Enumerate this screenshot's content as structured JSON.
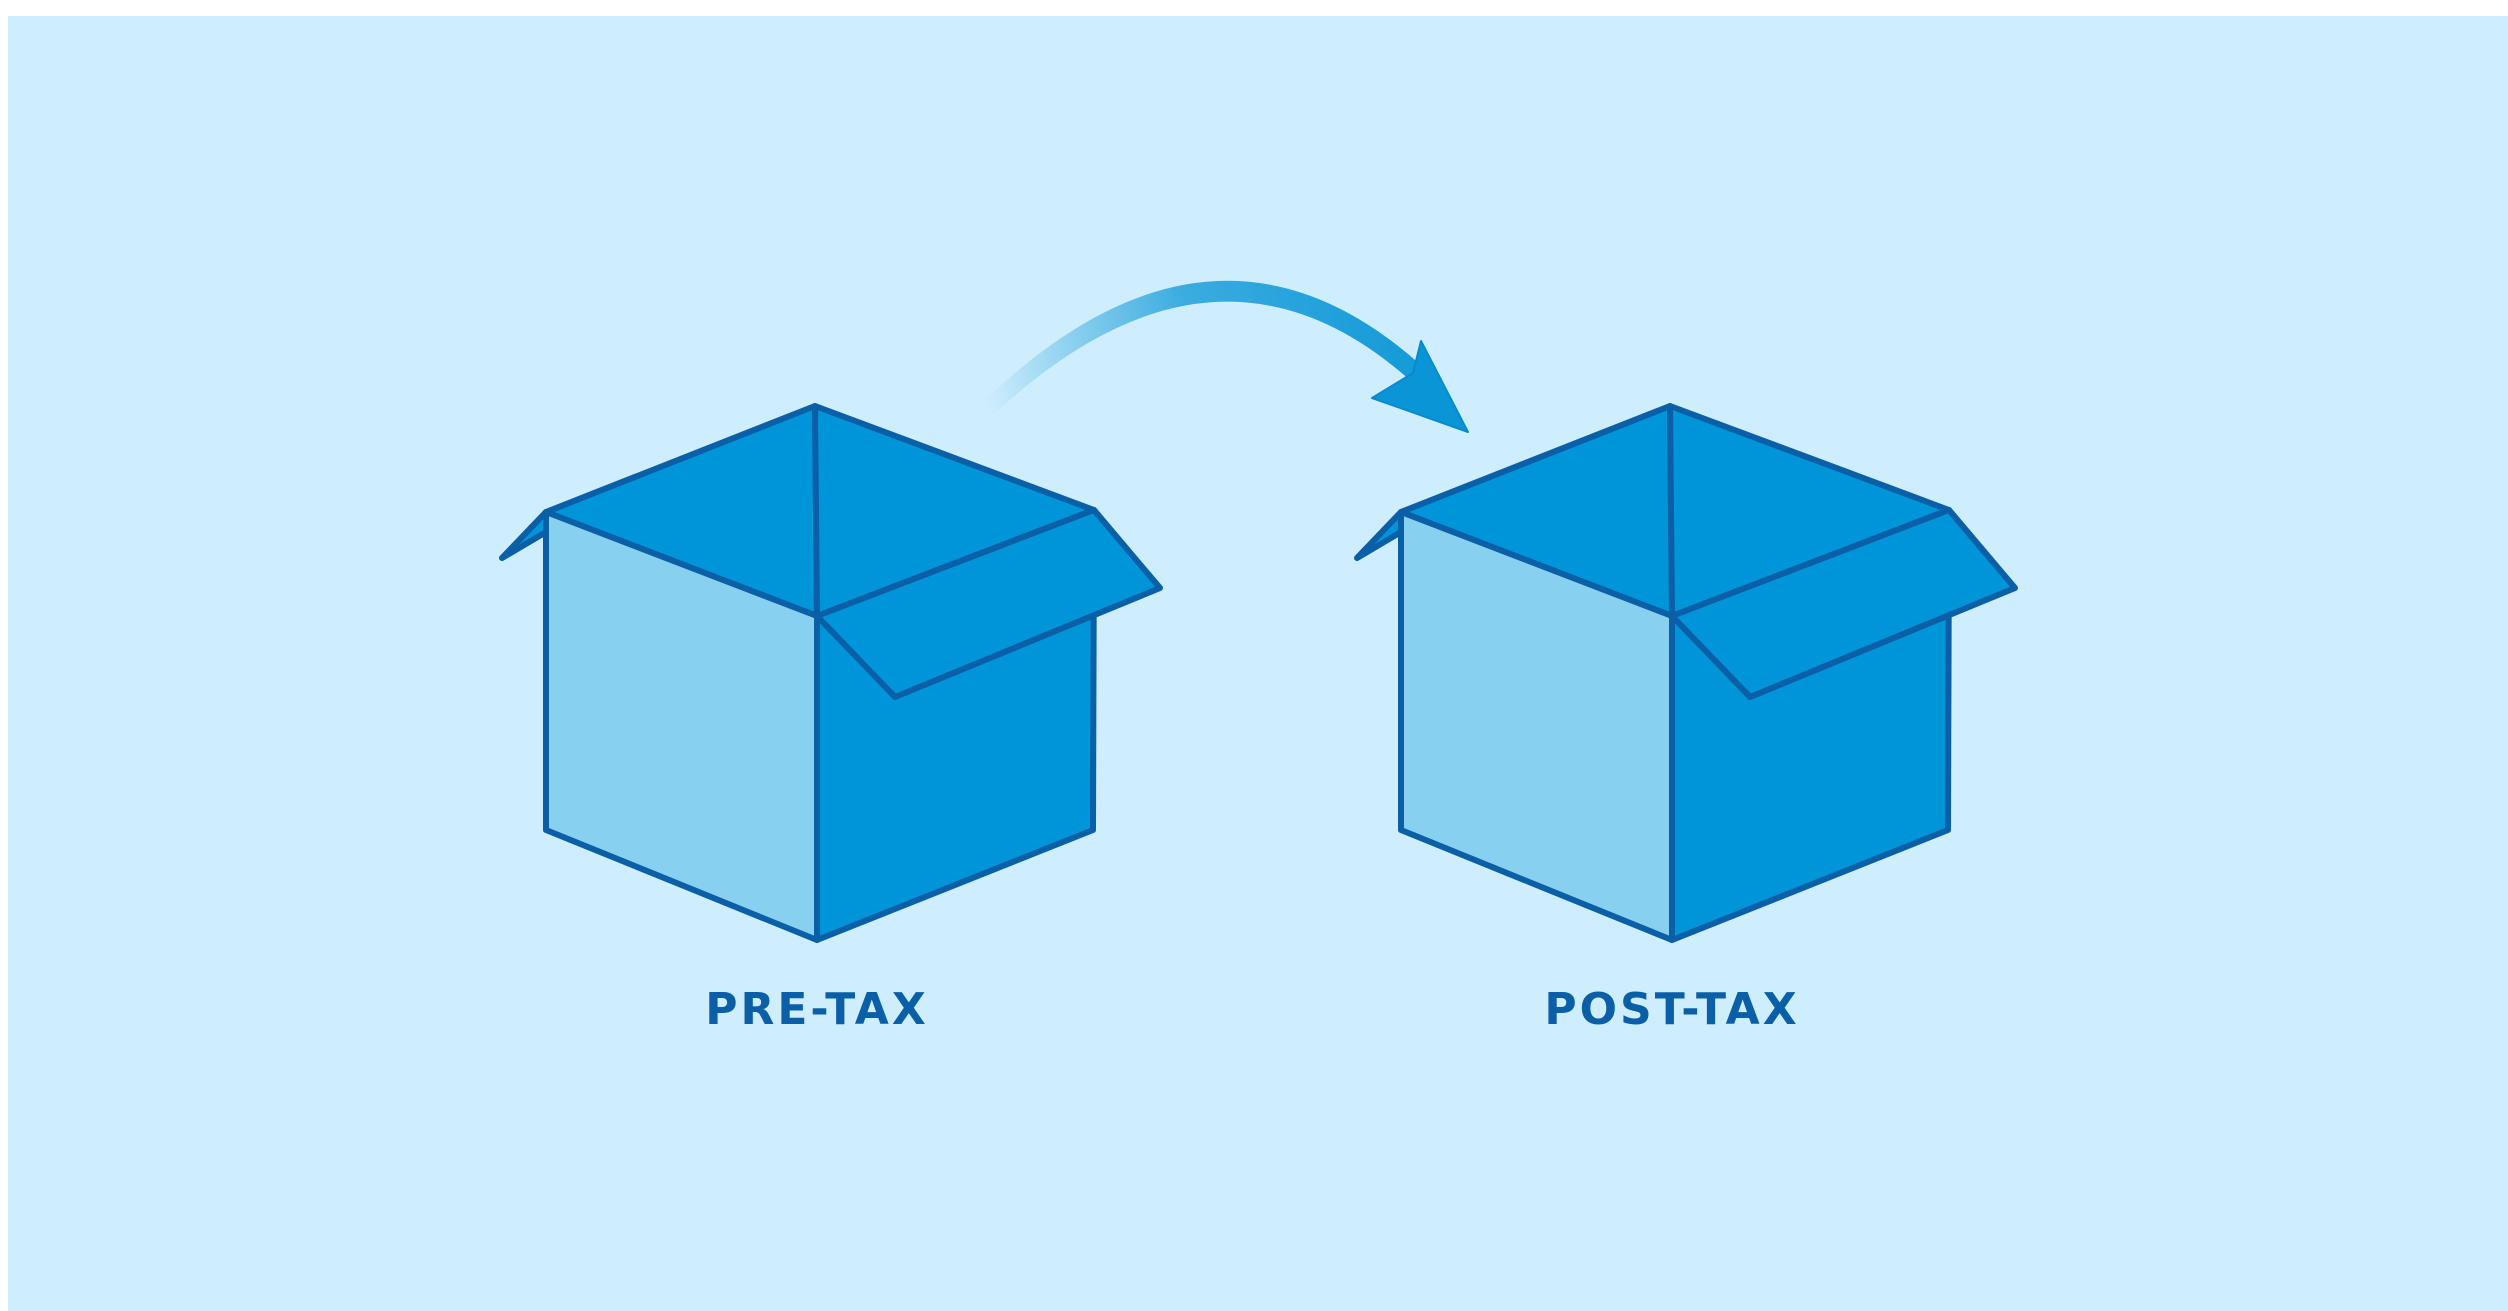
{
  "colors": {
    "background": "#CFEEFD",
    "outline": "#0A5FA6",
    "box_dark": "#0095D9",
    "box_light": "#88D0F0",
    "arrow": "#0A96D6",
    "label": "#0A5FA6"
  },
  "boxes": [
    {
      "label": "PRE-TAX",
      "icon": "open-box-icon"
    },
    {
      "label": "POST-TAX",
      "icon": "open-box-icon"
    }
  ],
  "arrow": {
    "icon": "curved-arrow-icon",
    "direction": "left-to-right"
  }
}
